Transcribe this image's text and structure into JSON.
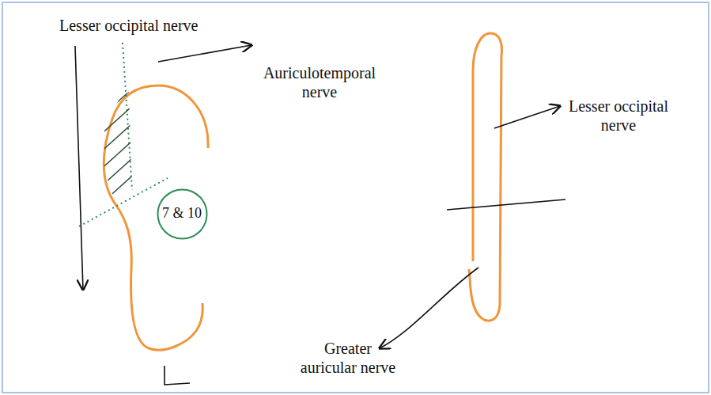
{
  "diagram": {
    "nodes": [
      {
        "text": [
          "7 & 10"
        ]
      }
    ],
    "labels": [
      "Lesser occipital nerve",
      "Auriculotemporal nerve",
      "Lesser occipital nerve",
      "Greater auricular nerve"
    ]
  }
}
